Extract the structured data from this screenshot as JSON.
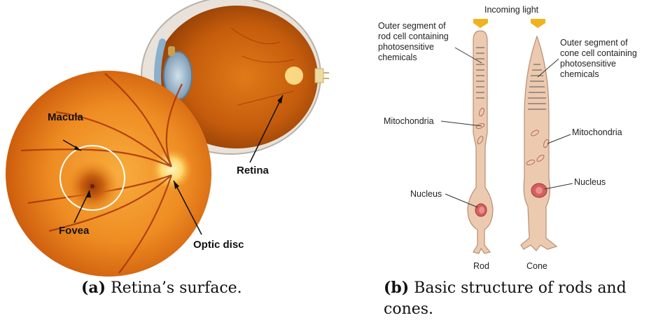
{
  "panel_a": {
    "labels": {
      "macula": "Macula",
      "fovea": "Fovea",
      "optic_disc": "Optic disc",
      "retina": "Retina"
    },
    "caption": {
      "tag": "(a)",
      "text": "Retina’s surface."
    }
  },
  "panel_b": {
    "labels": {
      "incoming_light": "Incoming light",
      "rod_outer_1": "Outer segment of",
      "rod_outer_2": "rod cell containing",
      "rod_outer_3": "photosensitive",
      "rod_outer_4": "chemicals",
      "cone_outer_1": "Outer segment of",
      "cone_outer_2": "cone cell containing",
      "cone_outer_3": "photosensitive",
      "cone_outer_4": "chemicals",
      "rod_mito": "Mitochondria",
      "cone_mito": "Mitochondria",
      "rod_nucleus": "Nucleus",
      "cone_nucleus": "Nucleus",
      "rod": "Rod",
      "cone": "Cone"
    },
    "caption": {
      "tag": "(b)",
      "line1": "Basic structure of rods and",
      "line2": "cones."
    }
  },
  "colors": {
    "fundus_center": "#f6a234",
    "fundus_edge": "#c65208",
    "vessel": "#a8320a",
    "eyeball_edge": "#8a3a05",
    "cell_fill": "#eccab0",
    "cell_stroke": "#b88e72",
    "light_arrow": "#f2b21d",
    "nucleus": "#d45f5f"
  }
}
